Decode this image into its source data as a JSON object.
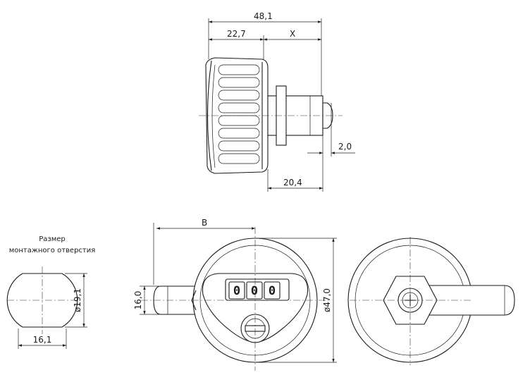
{
  "caption": {
    "line1": "Размер",
    "line2": "монтажного отверстия"
  },
  "dimensions": {
    "overall_length": "48,1",
    "knob_length": "22,7",
    "x": "X",
    "plunger": "2,0",
    "shank": "20,4",
    "offset_b": "B",
    "height": "16,0",
    "diameter": "ø47,0",
    "hole_diameter": "ø19,1",
    "hole_width": "16,1"
  },
  "code_wheels": [
    "0",
    "0",
    "0"
  ]
}
